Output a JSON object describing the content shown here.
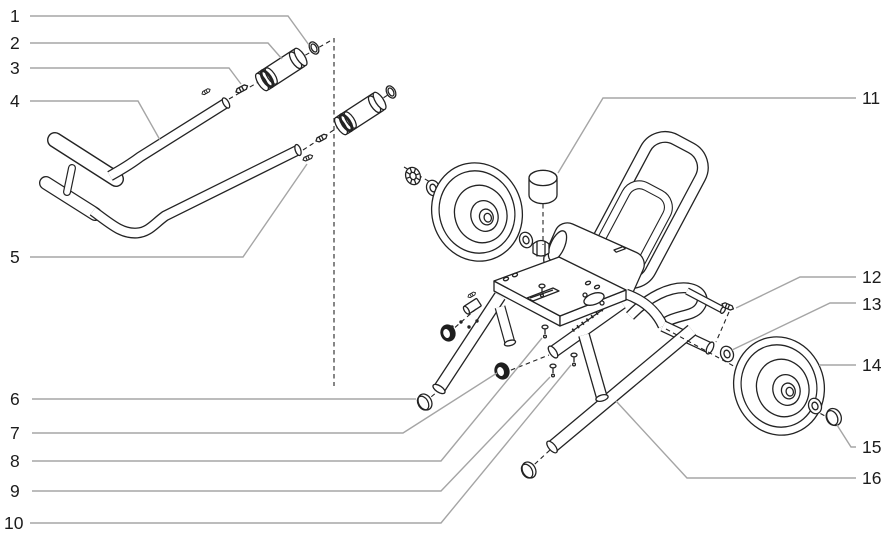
{
  "figure": {
    "type": "exploded-parts-diagram",
    "subject": "Cart assembly exploded view with wheels, handle and frame",
    "background_color": "#ffffff",
    "line_color": "#232323",
    "leader_line_color": "#a5a5a5",
    "callout_count": 16
  },
  "callouts": [
    {
      "label": "1",
      "side": "left"
    },
    {
      "label": "2",
      "side": "left"
    },
    {
      "label": "3",
      "side": "left"
    },
    {
      "label": "4",
      "side": "left"
    },
    {
      "label": "5",
      "side": "left"
    },
    {
      "label": "6",
      "side": "left"
    },
    {
      "label": "7",
      "side": "left"
    },
    {
      "label": "8",
      "side": "left"
    },
    {
      "label": "9",
      "side": "left"
    },
    {
      "label": "10",
      "side": "left"
    },
    {
      "label": "11",
      "side": "right"
    },
    {
      "label": "12",
      "side": "right"
    },
    {
      "label": "13",
      "side": "right"
    },
    {
      "label": "14",
      "side": "right"
    },
    {
      "label": "15",
      "side": "right"
    },
    {
      "label": "16",
      "side": "right"
    }
  ]
}
